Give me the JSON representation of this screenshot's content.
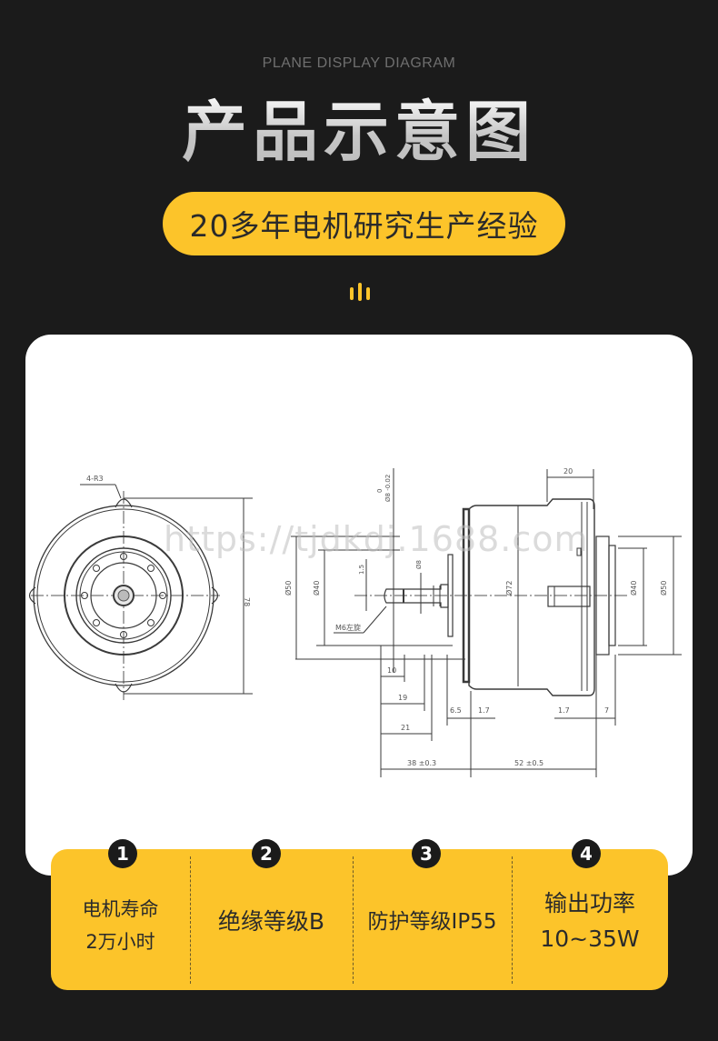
{
  "header": {
    "subtitle": "PLANE DISPLAY DIAGRAM",
    "title": "产品示意图",
    "tagline": "20多年电机研究生产经验"
  },
  "colors": {
    "background": "#1b1b1b",
    "accent": "#fcc42a",
    "card": "#ffffff",
    "text_dark": "#2b2b2b",
    "subtitle": "#6f6f6f"
  },
  "diagram": {
    "watermark": "https://tjdkdj.1688.com",
    "front_view": {
      "hole_label": "4-R3",
      "height_dim": "78"
    },
    "side_view": {
      "shaft_dia": "Ø8 -0.02",
      "shaft_tol_top": "0",
      "flange_dia_1": "Ø50",
      "flange_dia_2": "Ø40",
      "key_dim": "1.5",
      "shaft_dia_small": "Ø8",
      "thread_label": "M6左旋",
      "body_dia": "Ø72",
      "rear_dia_1": "Ø40",
      "rear_dia_2": "Ø50",
      "rear_width": "20",
      "dims_bottom": [
        "10",
        "19",
        "21",
        "6.5",
        "1.7",
        "1.7",
        "7"
      ],
      "length_front": "38 ±0.3",
      "length_body": "52 ±0.5"
    }
  },
  "features": [
    {
      "num": "1",
      "lines": [
        "电机寿命",
        "2万小时"
      ]
    },
    {
      "num": "2",
      "lines": [
        "绝缘等级B"
      ]
    },
    {
      "num": "3",
      "lines": [
        "防护等级IP55"
      ]
    },
    {
      "num": "4",
      "lines": [
        "输出功率",
        "10~35W"
      ]
    }
  ]
}
